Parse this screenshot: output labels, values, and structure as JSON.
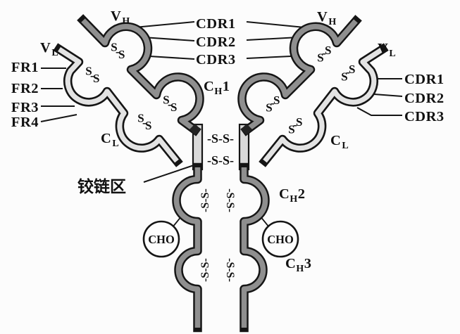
{
  "colors": {
    "background": "#fcfcfc",
    "heavy_chain": "#8f8f8f",
    "light_chain": "#e3e3e3",
    "hinge_bar": "#d9d9d9",
    "outline": "#151515",
    "text": "#111111"
  },
  "domains": {
    "vh_left": {
      "base": "V",
      "sub": "H"
    },
    "vh_right": {
      "base": "V",
      "sub": "H"
    },
    "vl_left": {
      "base": "V",
      "sub": "L"
    },
    "vl_right": {
      "base": "V",
      "sub": "L"
    },
    "cl_left": {
      "base": "C",
      "sub": "L"
    },
    "cl_right": {
      "base": "C",
      "sub": "L"
    },
    "ch1": {
      "base": "C",
      "sub": "H",
      "num": "1"
    },
    "ch2": {
      "base": "C",
      "sub": "H",
      "num": "2"
    },
    "ch3": {
      "base": "C",
      "sub": "H",
      "num": "3"
    }
  },
  "framework_labels": [
    "FR1",
    "FR2",
    "FR3",
    "FR4"
  ],
  "cdr_labels_left_arm": [
    "CDR1",
    "CDR2",
    "CDR3"
  ],
  "cdr_labels_right_arm": [
    "CDR1",
    "CDR2",
    "CDR3"
  ],
  "hinge_region_label": "铰链区",
  "glycan_label": "CHO",
  "bonds": {
    "ss": "S-S",
    "ss_dashed": "-S-S-"
  }
}
